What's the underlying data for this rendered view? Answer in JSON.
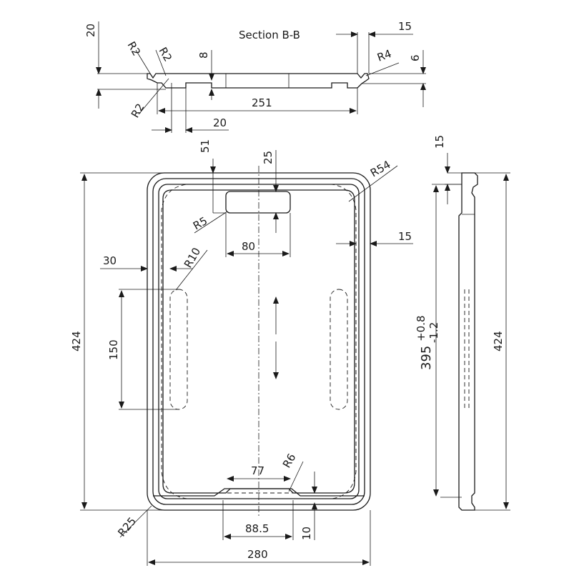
{
  "section": {
    "title": "Section B-B"
  },
  "dims": {
    "d20_top": "20",
    "r2_a": "R2",
    "r2_b": "R2",
    "r2_c": "R2",
    "d8": "8",
    "d15_top": "15",
    "r4": "R4",
    "d6": "6",
    "d251": "251",
    "d20_low": "20",
    "d51": "51",
    "d25": "25",
    "r54": "R54",
    "r5": "R5",
    "d80": "80",
    "d15_right": "15",
    "d30": "30",
    "r10": "R10",
    "d150": "150",
    "d424_left": "424",
    "d77": "77",
    "r6": "R6",
    "r25": "R25",
    "d88_5": "88.5",
    "d10": "10",
    "d280": "280",
    "d15_side": "15",
    "d395_base": "395",
    "d395_tol_up": "+0.8",
    "d395_tol_dn": "-1.2",
    "d424_right": "424"
  }
}
